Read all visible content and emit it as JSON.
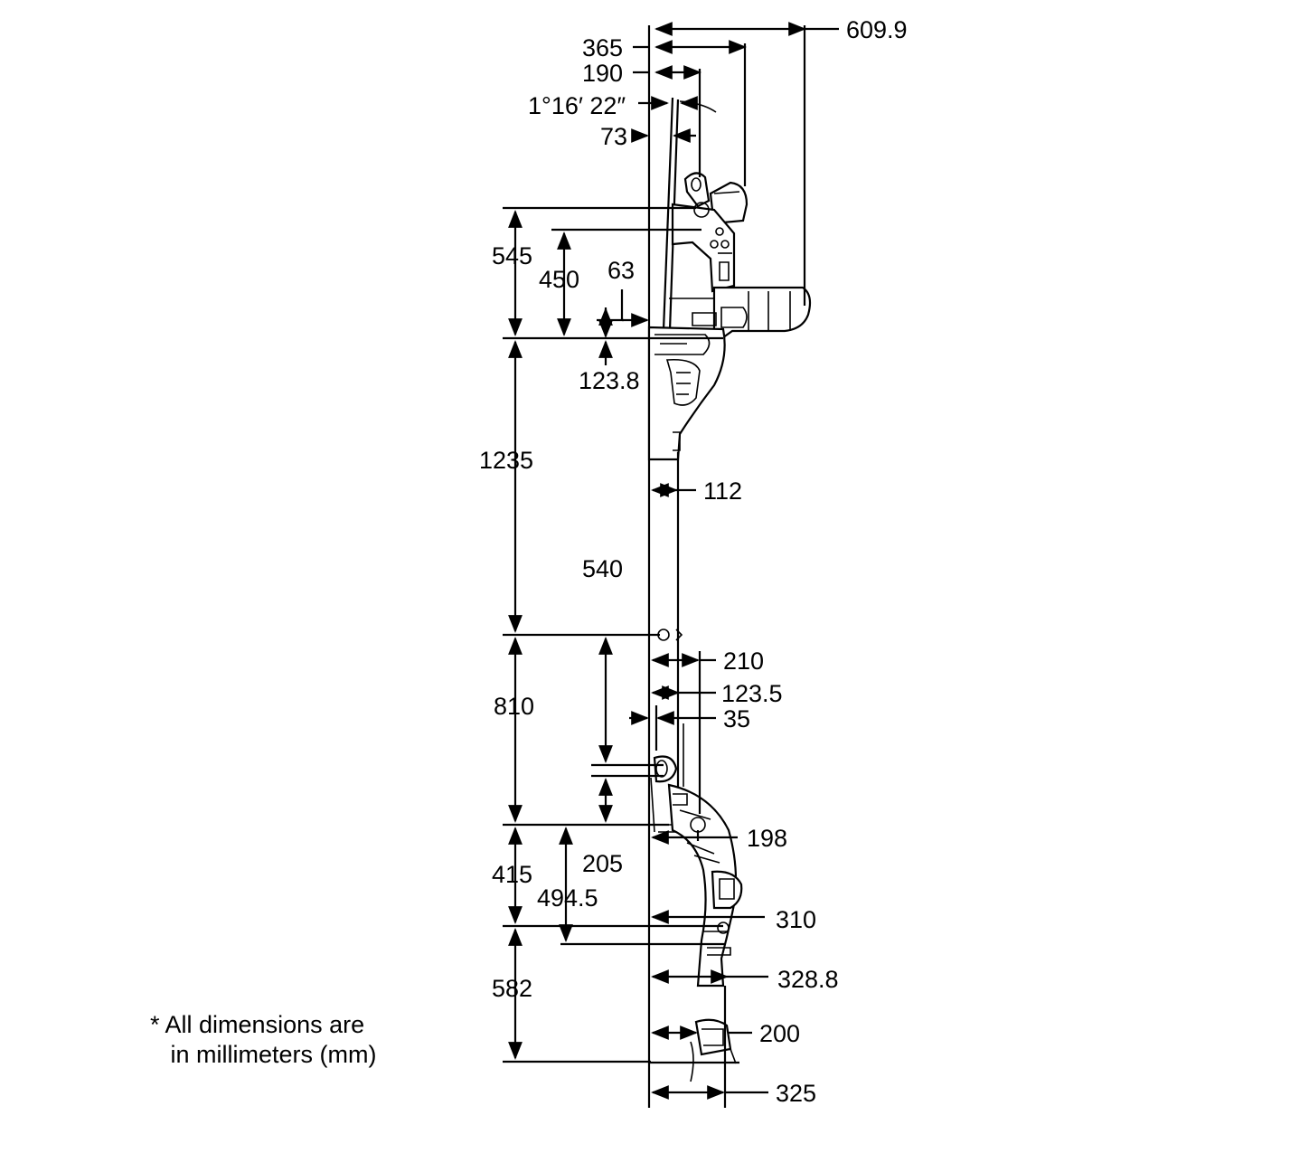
{
  "dimensions": {
    "d609_9": "609.9",
    "d365": "365",
    "d190": "190",
    "angle": "1°16′ 22″",
    "d73": "73",
    "d545": "545",
    "d450": "450",
    "d63": "63",
    "d123_8": "123.8",
    "d1235": "1235",
    "d112": "112",
    "d540": "540",
    "d210": "210",
    "d123_5": "123.5",
    "d35": "35",
    "d810": "810",
    "d198": "198",
    "d205": "205",
    "d415": "415",
    "d494_5": "494.5",
    "d310": "310",
    "d328_8": "328.8",
    "d582": "582",
    "d200": "200",
    "d325": "325"
  },
  "note": {
    "line1": "* All dimensions are",
    "line2": "   in millimeters (mm)"
  }
}
